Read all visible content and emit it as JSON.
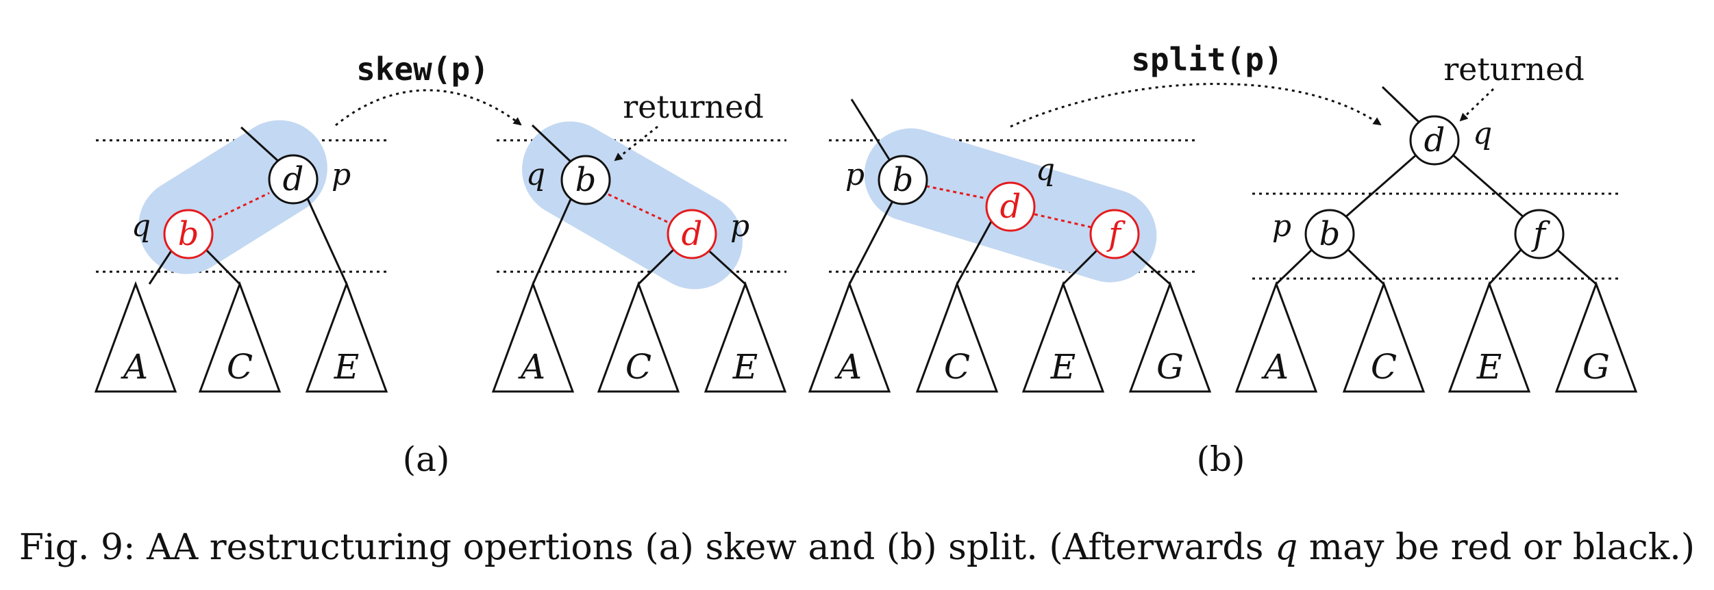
{
  "colors": {
    "highlight": "#c3d8f2",
    "red": "#e41a1c",
    "black": "#111111"
  },
  "panel_a": {
    "operation": "skew(p)",
    "returned": "returned",
    "label": "(a)",
    "before": {
      "node_d": "d",
      "ptr_p": "p",
      "node_b": "b",
      "ptr_q": "q",
      "subtrees": [
        "A",
        "C",
        "E"
      ]
    },
    "after": {
      "node_b": "b",
      "ptr_q": "q",
      "node_d": "d",
      "ptr_p": "p",
      "subtrees": [
        "A",
        "C",
        "E"
      ]
    }
  },
  "panel_b": {
    "operation": "split(p)",
    "returned": "returned",
    "label": "(b)",
    "before": {
      "node_b": "b",
      "ptr_p": "p",
      "node_d": "d",
      "ptr_q": "q",
      "node_f": "f",
      "subtrees": [
        "A",
        "C",
        "E",
        "G"
      ]
    },
    "after": {
      "node_d": "d",
      "ptr_q": "q",
      "node_b": "b",
      "ptr_p": "p",
      "node_f": "f",
      "subtrees": [
        "A",
        "C",
        "E",
        "G"
      ]
    }
  },
  "caption": {
    "prefix": "Fig. 9: AA restructuring opertions (a) skew and (b) split. (Afterwards ",
    "var": "q",
    "suffix": " may be red or black.)"
  }
}
